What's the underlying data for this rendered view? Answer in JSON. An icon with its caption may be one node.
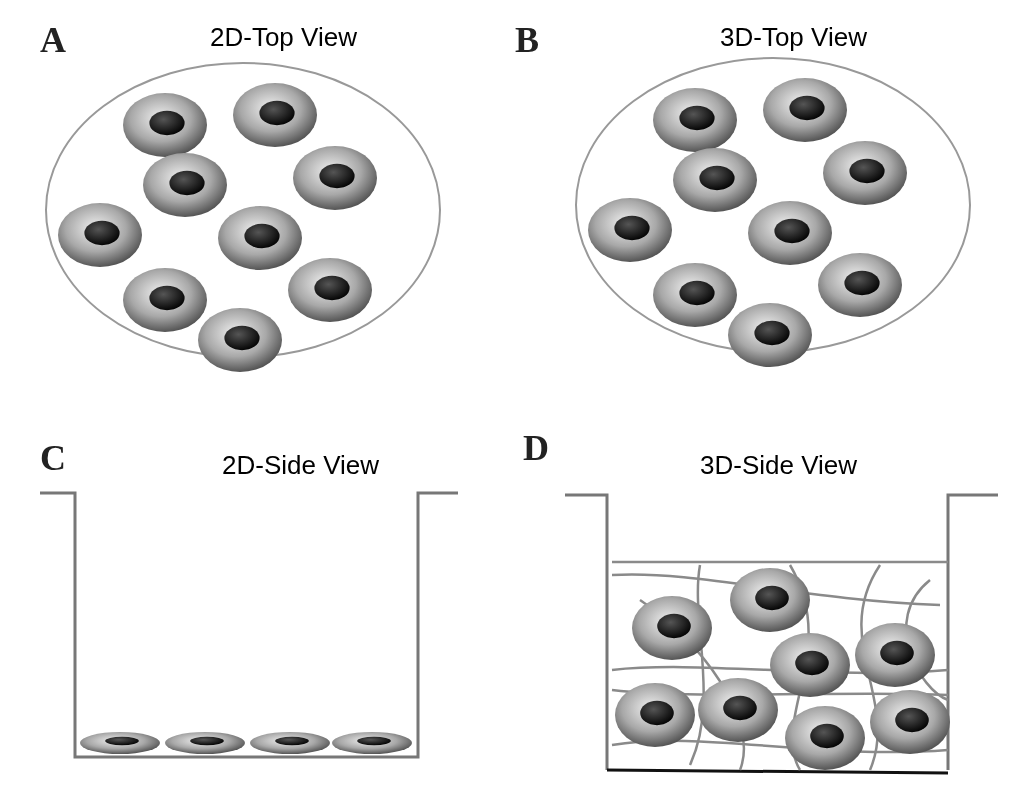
{
  "diagram": {
    "labels": [
      "A",
      "2D-Top View",
      "B",
      "3D-Top View",
      "C",
      "2D-Side View",
      "D",
      "3D-Side View"
    ]
  }
}
